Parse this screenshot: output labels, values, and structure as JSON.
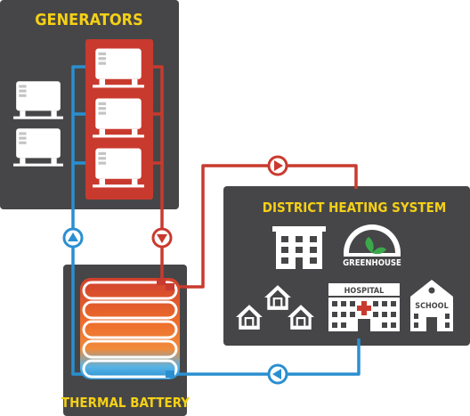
{
  "generators": {
    "title": "GENERATORS"
  },
  "district": {
    "title": "DISTRICT HEATING SYSTEM",
    "greenhouse_label": "GREENHOUSE",
    "hospital_label": "HOSPITAL",
    "school_label": "SCHOOL"
  },
  "battery": {
    "title": "THERMAL BATTERY"
  },
  "colors": {
    "panel": "#464648",
    "title": "#f5d016",
    "hot": "#c93a2e",
    "cold": "#2a8fd0",
    "white": "#ffffff"
  },
  "icons": [
    "generator-icon",
    "apartment-building-icon",
    "greenhouse-icon",
    "houses-icon",
    "hospital-icon",
    "school-icon",
    "flow-arrow-up-icon",
    "flow-arrow-down-icon",
    "flow-arrow-right-icon",
    "flow-arrow-left-icon"
  ]
}
